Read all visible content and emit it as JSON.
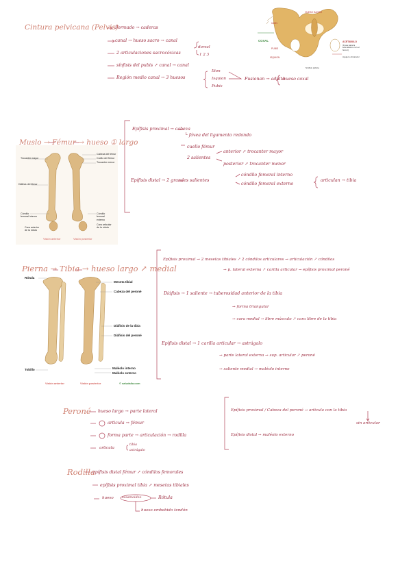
{
  "pelvis": {
    "title": "Cintura pelvicana (Pelvis)",
    "lines": [
      "Formado → caderas",
      "canal → hueso sacro → canal",
      "2 articulaciones sacrocóxicas",
      "dorsal",
      "1 2 3",
      "sínfisis del pubis ↗ canal → canal",
      "Región medio canal → 3 huesos",
      "Ilion",
      "Isquion",
      "Pubis",
      "Fusionan → adulto",
      "hueso coxal"
    ],
    "image_labels": [
      "HUESO SACRO",
      "ILION",
      "COXAL",
      "PUBIS",
      "ISQUION",
      "ACETABULO",
      "(Fosa para la articulación con el fémur)",
      "Agujero obturador",
      "Sínfisis púbica"
    ]
  },
  "muslo": {
    "title": "Muslo → Fémur → hueso ① largo",
    "lines": [
      "Epífisis proximal → cabeza",
      "└ fóvea del ligamento redondo",
      "cuello fémur",
      "2 salientes",
      "anterior ↗ trocanter mayor",
      "posterior ↗ trocanter menor",
      "Epífisis distal → 2 grandes salientes",
      "cóndilo femoral interno",
      "cóndilo femoral externo",
      "articulan → tibia"
    ],
    "image_labels": [
      "Trocanter mayor",
      "Cabeza del fémur",
      "Cuello del fémur",
      "Trocanter menor",
      "Diáfisis del fémur",
      "Cóndilo femoral interno",
      "Cóndilo femoral externo",
      "Cara anterior de la rótula",
      "Cara articular de la rótula",
      "Visión anterior",
      "Visión posterior"
    ]
  },
  "pierna": {
    "title": "Pierna → Tibia → hueso largo ↗ medial",
    "lines": [
      "Epífisis proximal → 2 mesetas tibiales ↗ 2 cóndilos articulares → articulación ↗ cóndilos",
      "→ p. lateral externa ↗ carilla articular → epífisis proximal peroné",
      "Diáfisis → 1 saliente → tuberosidad anterior de la tibia",
      "→ forma triangular",
      "→ cara medial → libre músculo ↗ cara libre de la tibia",
      "Epífisis distal → 1 carilla articular → astrágalo",
      "→ parte lateral externa → sup. articular ↗ peroné",
      "→ saliente medial → maléolo interno"
    ],
    "image_labels": [
      "Rótula",
      "Meseta tibial",
      "Cabeza del peroné",
      "Diáfisis de la tibia",
      "Diáfisis del peroné",
      "Maléolo interno",
      "Maléolo externo",
      "Tobillo",
      "Visión anterior",
      "Visión posterior",
      "© saludalia.com"
    ]
  },
  "perone": {
    "title": "Peroné",
    "lines": [
      "hueso largo → parte lateral",
      "articula → fémur",
      "forma parte → articulación → rodilla",
      "articula",
      "tibia",
      "astrágalo"
    ],
    "right_lines": [
      "Epífisis proximal / Cabeza del peroné → articula con la tibia",
      "sin articular",
      "Epífisis distal → maléolo externo"
    ]
  },
  "rodilla": {
    "title": "Rodilla",
    "lines": [
      "epífisis distal fémur ↗ cóndilos femorales",
      "epífisis proximal tibia ↗ mesetas tibiales",
      "hueso",
      "sesamoideo",
      "Rótula",
      "hueso embebido tendón"
    ]
  }
}
